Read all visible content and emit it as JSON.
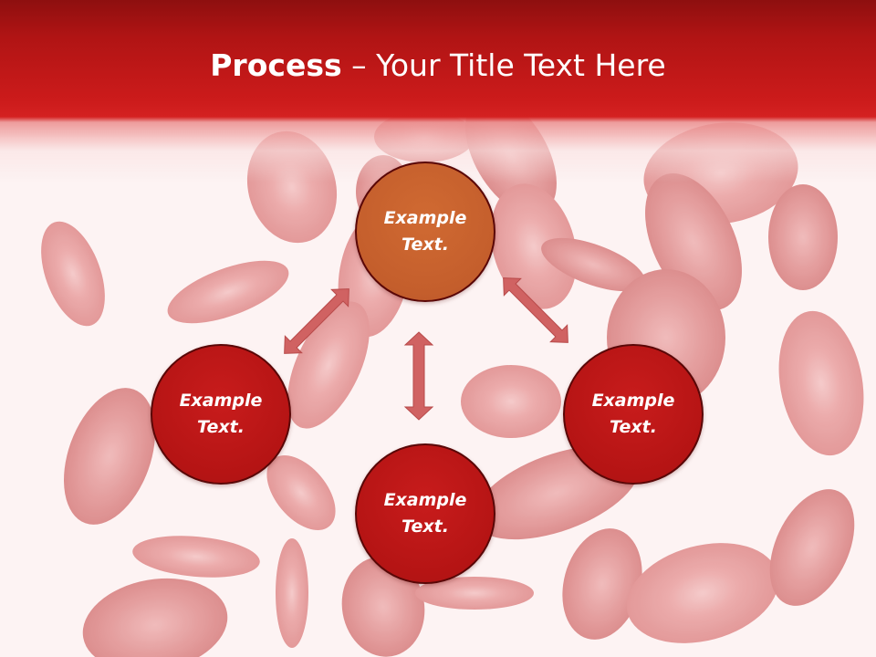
{
  "slide": {
    "title_bold": "Process",
    "title_rest": " – Your Title Text Here"
  },
  "nodes": [
    {
      "id": "top",
      "line1": "Example",
      "line2": "Text."
    },
    {
      "id": "left",
      "line1": "Example",
      "line2": "Text."
    },
    {
      "id": "right",
      "line1": "Example",
      "line2": "Text."
    },
    {
      "id": "bottom",
      "line1": "Example",
      "line2": "Text."
    }
  ],
  "colors": {
    "header": "#c21818",
    "node_red": "#b51414",
    "node_orange": "#c45e2c",
    "arrow": "#cf6060",
    "background": "#fdf3f3"
  }
}
